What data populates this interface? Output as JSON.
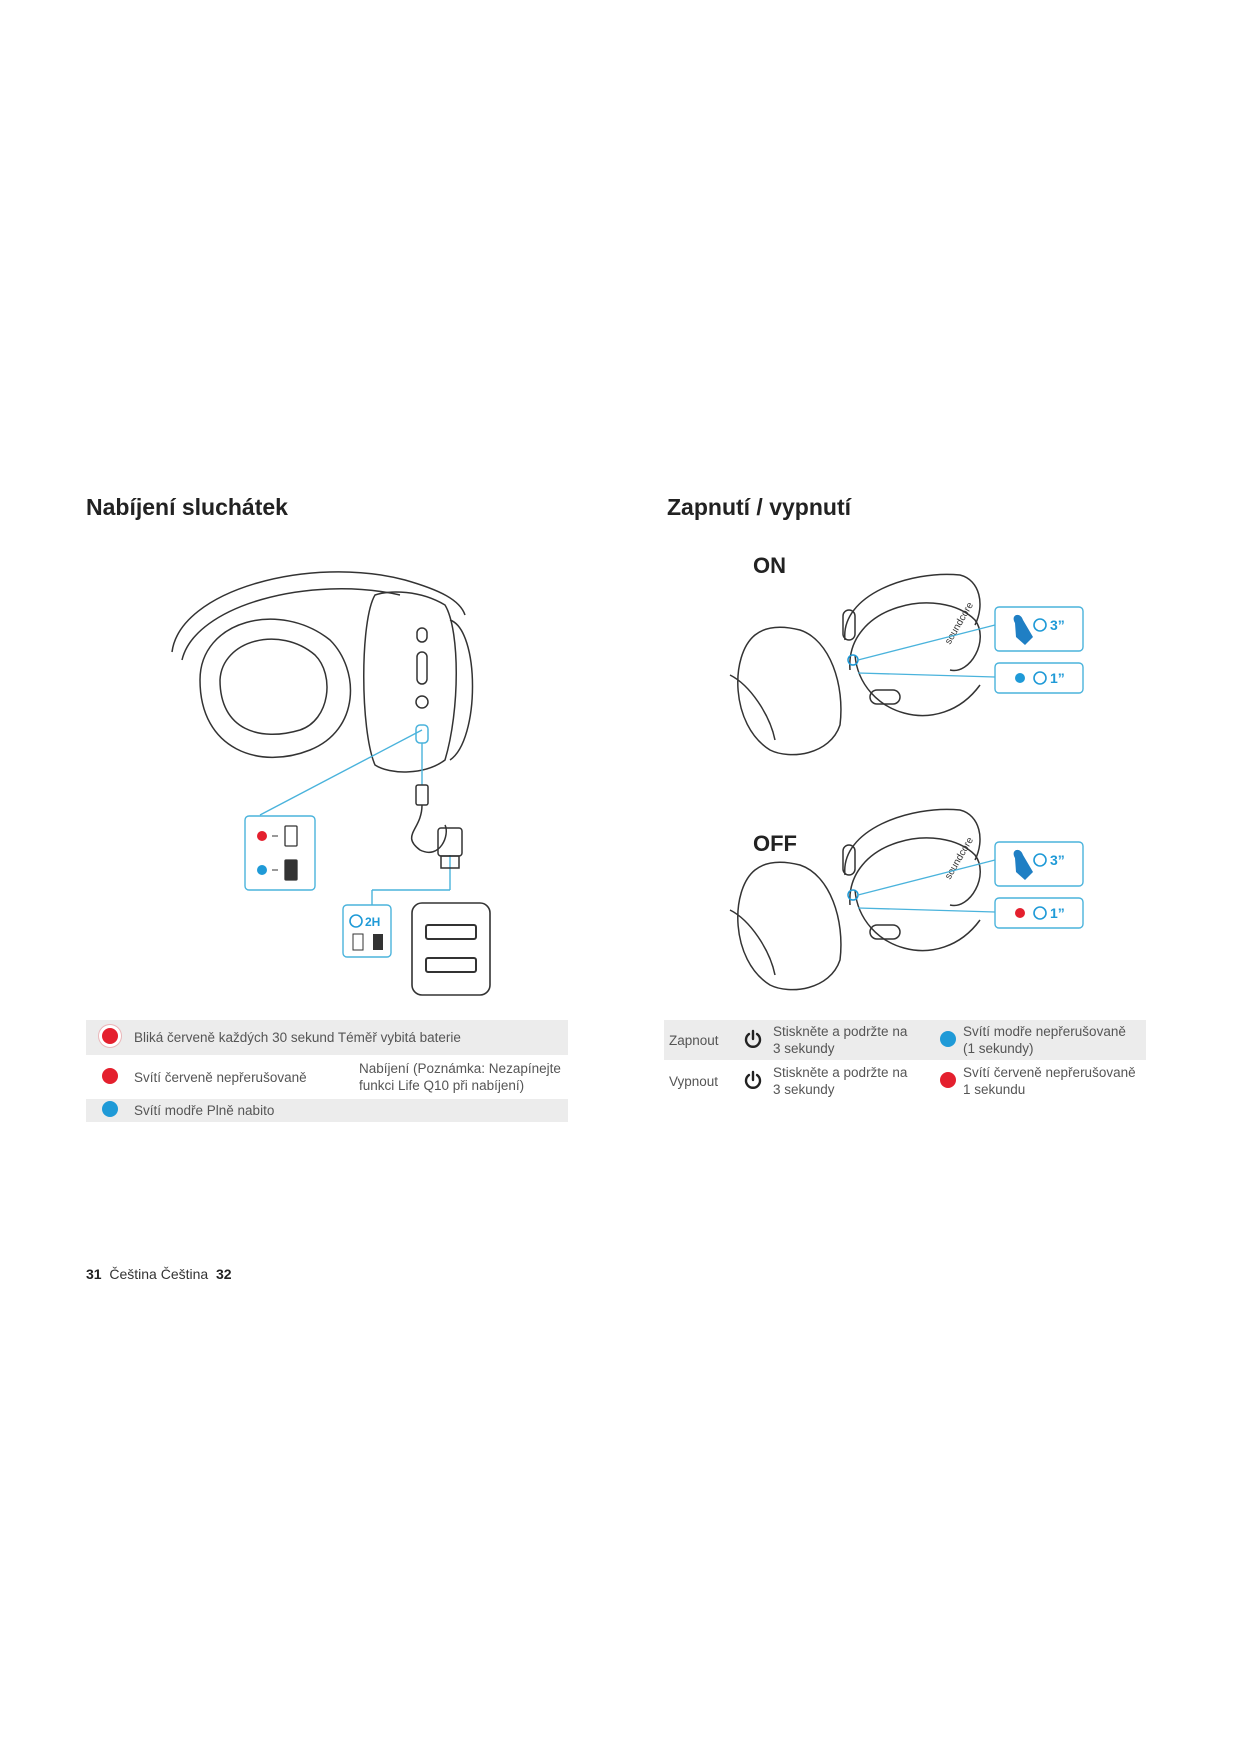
{
  "left": {
    "heading": "Nabíjení sluchátek",
    "callout_time": "2H",
    "legend": [
      {
        "text": "Bliká červeně každých 30 sekund Téměř vybitá baterie",
        "note": ""
      },
      {
        "text": "Svítí červeně nepřerušovaně",
        "note_line1": "Nabíjení (Poznámka: Nezapínejte",
        "note_line2": "funkci Life Q10 při nabíjení)"
      },
      {
        "text": "Svítí modře Plně nabito",
        "note": ""
      }
    ]
  },
  "right": {
    "heading": "Zapnutí / vypnutí",
    "on_label": "ON",
    "off_label": "OFF",
    "hold_time": "3”",
    "led_time": "1”",
    "brand": "soundcore",
    "rows": [
      {
        "action": "Zapnout",
        "instr1": "Stiskněte a podržte na",
        "instr2": "3 sekundy",
        "led1": "Svítí modře nepřerušovaně",
        "led2": "(1 sekundy)"
      },
      {
        "action": "Vypnout",
        "instr1": "Stiskněte a podržte na",
        "instr2": "3 sekundy",
        "led1": "Svítí červeně nepřerušovaně",
        "led2": "1 sekundu"
      }
    ]
  },
  "footer": {
    "page_left": "31",
    "text": "Čeština Čeština",
    "page_right": "32"
  },
  "colors": {
    "red": "#e4202e",
    "blue": "#1f9ad7",
    "callout": "#4ab3dc",
    "grey_row": "#ececec"
  }
}
